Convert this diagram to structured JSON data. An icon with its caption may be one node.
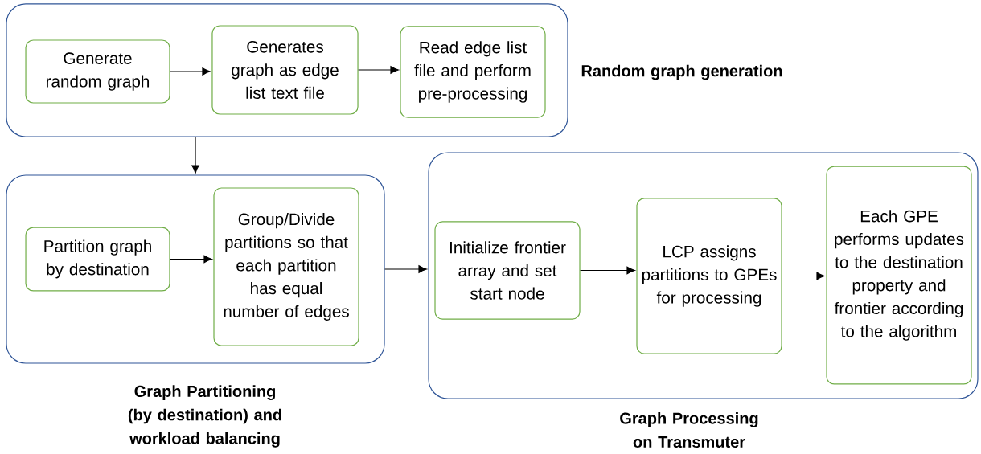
{
  "diagram": {
    "nodes": [
      {
        "text": [
          "Random graph generation"
        ]
      },
      {
        "text": [
          "Generate random graph"
        ],
        "in": 0
      },
      {
        "text": [
          "Generates graph as edge list text file"
        ],
        "in": 0
      },
      {
        "text": [
          "Read edge list file and perform pre-processing"
        ],
        "in": 0
      },
      {
        "text": [
          "Graph Partitioning (by destination) and workload balancing"
        ]
      },
      {
        "text": [
          "Partition graph by destination"
        ],
        "in": 4
      },
      {
        "text": [
          "Group/Divide partitions so that each partition has equal number of edges"
        ],
        "in": 4
      },
      {
        "text": [
          "Graph Processing on Transmuter"
        ]
      },
      {
        "text": [
          "Initialize frontier array and set start node"
        ],
        "in": 7
      },
      {
        "text": [
          "LCP assigns partitions to GPEs for processing"
        ],
        "in": 7
      },
      {
        "text": [
          "Each GPE performs updates to the destination property and frontier according to the algorithm"
        ],
        "in": 7
      }
    ],
    "edges": [
      {
        "from": 1,
        "to": 2,
        "arrow": "to"
      },
      {
        "from": 2,
        "to": 3,
        "arrow": "to"
      },
      {
        "from": 0,
        "to": 4,
        "arrow": "to"
      },
      {
        "from": 5,
        "to": 6,
        "arrow": "to"
      },
      {
        "from": 4,
        "to": 7,
        "arrow": "to"
      },
      {
        "from": 8,
        "to": 9,
        "arrow": "to"
      },
      {
        "from": 9,
        "to": 10,
        "arrow": "to"
      }
    ]
  }
}
